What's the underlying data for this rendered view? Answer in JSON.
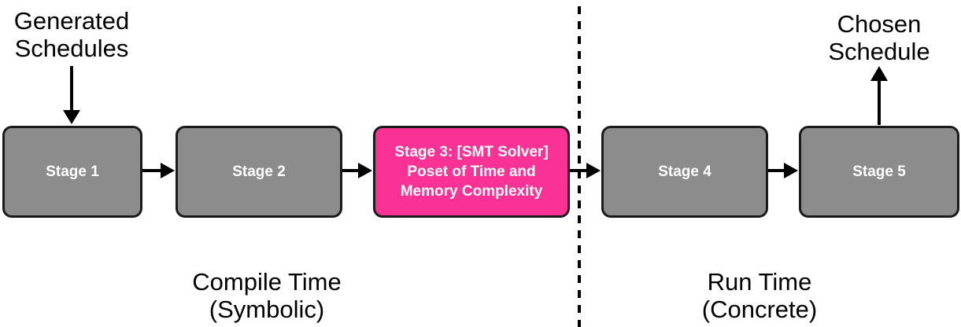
{
  "stages": [
    {
      "label": "Stage 1",
      "color": "#8c8c8c"
    },
    {
      "label": "Stage 2",
      "color": "#8c8c8c"
    },
    {
      "label": "Stage 3: [SMT Solver]\nPoset of Time and\nMemory Complexity",
      "color": "#fa3296"
    },
    {
      "label": "Stage 4",
      "color": "#8c8c8c"
    },
    {
      "label": "Stage 5",
      "color": "#8c8c8c"
    }
  ],
  "input_label": "Generated\nSchedules",
  "output_label": "Chosen\nSchedule",
  "phases": {
    "compile": "Compile Time\n(Symbolic)",
    "run": "Run Time\n(Concrete)"
  },
  "colors": {
    "stage_default": "#8c8c8c",
    "stage_highlight": "#fa3296",
    "stroke": "#1a1a1a",
    "arrow": "#000000"
  }
}
